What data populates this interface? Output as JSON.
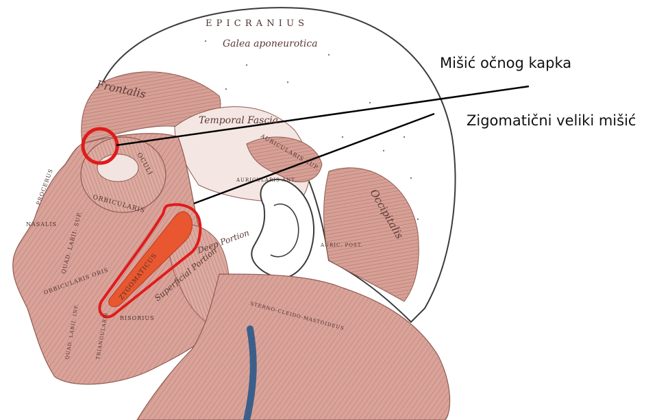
{
  "callouts": {
    "eyelid": "Mišić očnog kapka",
    "zygomatic": "Zigomatični veliki mišić"
  },
  "muscle_labels": {
    "epicranius": "E P I C R A N I U S",
    "galea": "Galea  aponeurotica",
    "frontalis": "Frontalis",
    "temporal_fascia": "Temporal Fascia",
    "oculi": "OCULI",
    "orbicularis": "ORBICULARIS",
    "auricularis_sup": "AURICULARIS SUP.",
    "auricularis_ant": "AURICULARIS ANT.",
    "auricularis_post": "AURIC. POST.",
    "occipitalis": "Occipitalis",
    "procerus": "PROCERUS",
    "nasalis": "NASALIS",
    "quad_labii_sup": "QUAD. LABII. SUP.",
    "zygomaticus": "ZYGOMATICUS",
    "masseter_deep": "Deep Portion",
    "masseter_superficial": "Superficial Portion",
    "orbicularis_oris": "ORBICULARIS ORIS",
    "risorius": "RISORIUS",
    "sternocleido": "STERNO-CLEIDO-MASTOIDEUS",
    "quad_labii_inf": "QUAD. LABII. INF.",
    "triangularis": "TRIANGULARIS"
  },
  "colors": {
    "muscle": "#d9a39a",
    "muscle_dark": "#b97c72",
    "highlight_muscle": "#e8572f",
    "marker": "#e01b1b",
    "leader": "#000000",
    "scalp_outline": "#3a3a3a"
  }
}
